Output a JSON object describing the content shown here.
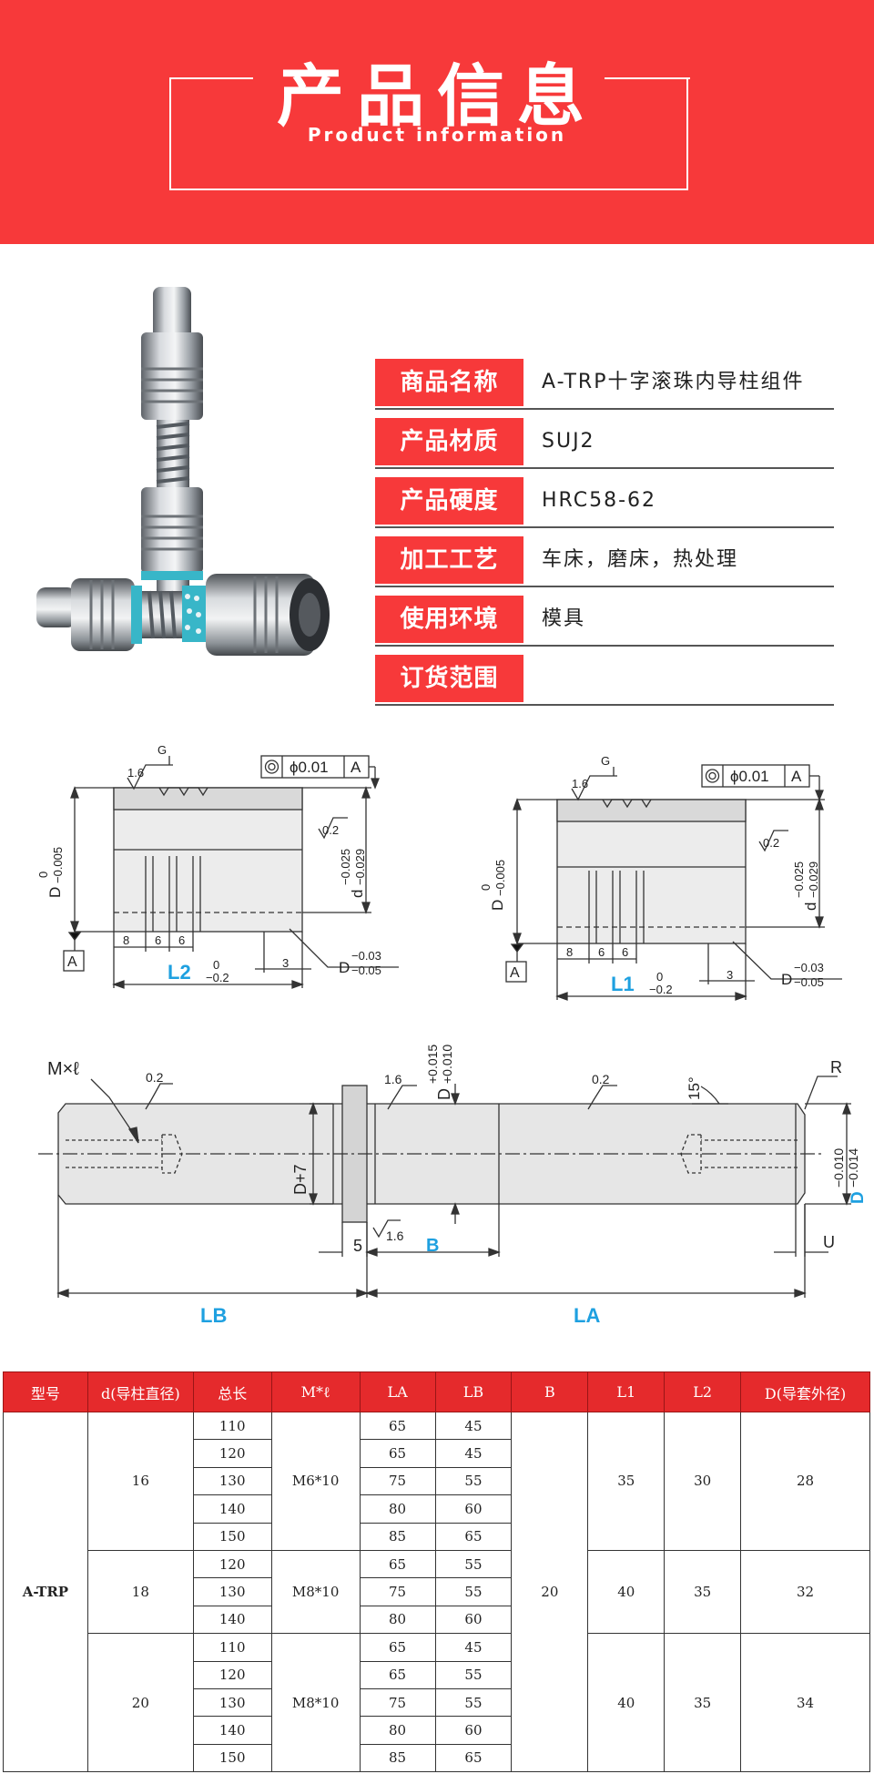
{
  "banner": {
    "title": "产品信息",
    "subtitle": "Product information"
  },
  "info": [
    {
      "label": "商品名称",
      "value": "A-TRP十字滚珠内导柱组件"
    },
    {
      "label": "产品材质",
      "value": "SUJ2"
    },
    {
      "label": "产品硬度",
      "value": "HRC58-62"
    },
    {
      "label": "加工工艺",
      "value": "车床，磨床，热处理"
    },
    {
      "label": "使用环境",
      "value": "模具"
    },
    {
      "label": "订货范围",
      "value": ""
    }
  ],
  "drawing": {
    "left_bush": {
      "tolerance_phi": "ϕ0.01",
      "datum": "A",
      "roughness_top": "1.6",
      "g": "G",
      "roughness_side": "0.2",
      "d_upper": "d",
      "d_tol1": "−0.025",
      "d_tol2": "−0.029",
      "D_left": "D",
      "D_tol0": "0",
      "D_tol1": "−0.005",
      "w8": "8",
      "w6a": "6",
      "w6b": "6",
      "w3": "3",
      "length_label": "L2",
      "len_tol0": "0",
      "len_tol1": "−0.2",
      "Dd": "D",
      "Dd_tol1": "−0.03",
      "Dd_tol2": "−0.05"
    },
    "right_bush": {
      "tolerance_phi": "ϕ0.01",
      "datum": "A",
      "roughness_top": "1.6",
      "g": "G",
      "roughness_side": "0.2",
      "d_upper": "d",
      "d_tol1": "−0.025",
      "d_tol2": "−0.029",
      "D_left": "D",
      "D_tol0": "0",
      "D_tol1": "−0.005",
      "w8": "8",
      "w6a": "6",
      "w6b": "6",
      "w3": "3",
      "length_label": "L1",
      "len_tol0": "0",
      "len_tol1": "−0.2",
      "Dd": "D",
      "Dd_tol1": "−0.03",
      "Dd_tol2": "−0.05"
    },
    "pin": {
      "thread": "M×ℓ",
      "r1": "0.2",
      "r2": "1.6",
      "r3": "0.2",
      "r4": "1.6",
      "Dp": "D",
      "Dp_tol1": "+0.015",
      "Dp_tol2": "+0.010",
      "d7": "D+7",
      "angle": "15°",
      "R": "R",
      "Dr": "D",
      "Dr_tol1": "−0.010",
      "Dr_tol2": "−0.014",
      "five": "5",
      "B": "B",
      "U": "U",
      "LB": "LB",
      "LA": "LA"
    }
  },
  "table": {
    "headers": [
      "型号",
      "d(导柱直径)",
      "总长",
      "M*ℓ",
      "LA",
      "LB",
      "B",
      "L1",
      "L2",
      "D(导套外径)"
    ],
    "model": "A-TRP",
    "B": "20",
    "groups": [
      {
        "d": "16",
        "m": "M6*10",
        "L1": "35",
        "L2": "30",
        "D": "28",
        "rows": [
          [
            "110",
            "65",
            "45"
          ],
          [
            "120",
            "65",
            "45"
          ],
          [
            "130",
            "75",
            "55"
          ],
          [
            "140",
            "80",
            "60"
          ],
          [
            "150",
            "85",
            "65"
          ]
        ]
      },
      {
        "d": "18",
        "m": "M8*10",
        "L1": "40",
        "L2": "35",
        "D": "32",
        "rows": [
          [
            "120",
            "65",
            "55"
          ],
          [
            "130",
            "75",
            "55"
          ],
          [
            "140",
            "80",
            "60"
          ]
        ]
      },
      {
        "d": "20",
        "m": "M8*10",
        "L1": "40",
        "L2": "35",
        "D": "34",
        "rows": [
          [
            "110",
            "65",
            "45"
          ],
          [
            "120",
            "65",
            "55"
          ],
          [
            "130",
            "75",
            "55"
          ],
          [
            "140",
            "80",
            "60"
          ],
          [
            "150",
            "85",
            "65"
          ]
        ]
      }
    ]
  },
  "colors": {
    "brand_red": "#f7393a",
    "dim_blue": "#1ea0e0",
    "seal_teal": "#38b6c8"
  }
}
